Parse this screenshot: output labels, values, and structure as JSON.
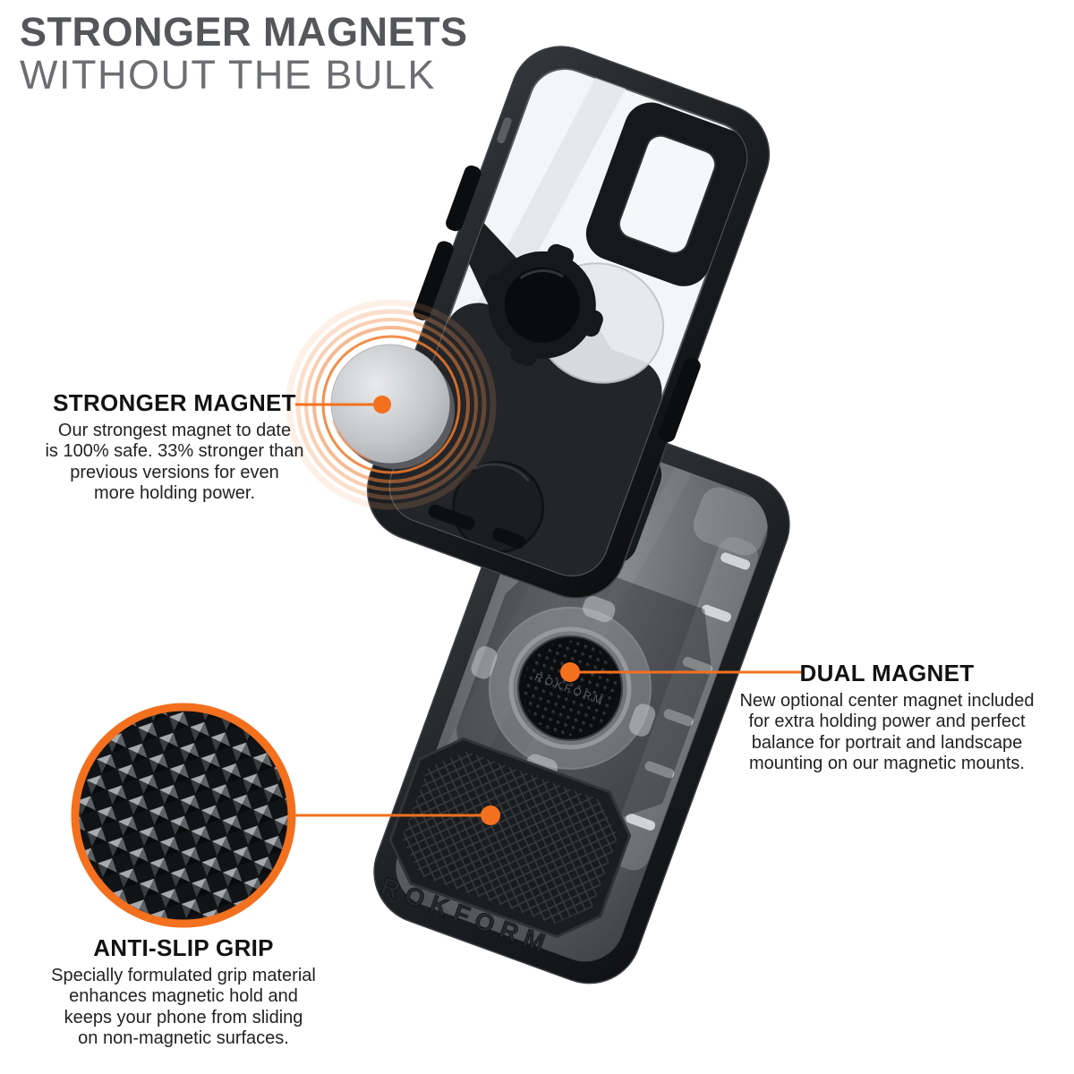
{
  "header": {
    "title_line1": "STRONGER MAGNETS",
    "title_line2": "WITHOUT THE BULK"
  },
  "callouts": {
    "stronger_magnet": {
      "title": "STRONGER MAGNET",
      "body": "Our strongest magnet to date\nis 100% safe. 33% stronger than\nprevious versions for even\nmore holding power."
    },
    "dual_magnet": {
      "title": "DUAL MAGNET",
      "body": "New optional center magnet included\nfor extra holding power and perfect\nbalance for portrait and landscape\nmounting on our magnetic mounts."
    },
    "anti_slip_grip": {
      "title": "ANTI-SLIP GRIP",
      "body": "Specially formulated grip material\nenhances magnetic hold and\nkeeps your phone from sliding\non non-magnetic surfaces."
    }
  },
  "product": {
    "embossed_brand": "ROKFORM",
    "center_magnet_brand": "ROKFORM"
  },
  "colors": {
    "accent_orange": "#F3701E",
    "title_primary": "#54565A",
    "title_secondary": "#6D6E71",
    "callout_title": "#121212",
    "callout_body": "#242122",
    "case_black": "#17181B",
    "magnet_silver": "#C6C8CB",
    "background": "#FFFFFF"
  }
}
